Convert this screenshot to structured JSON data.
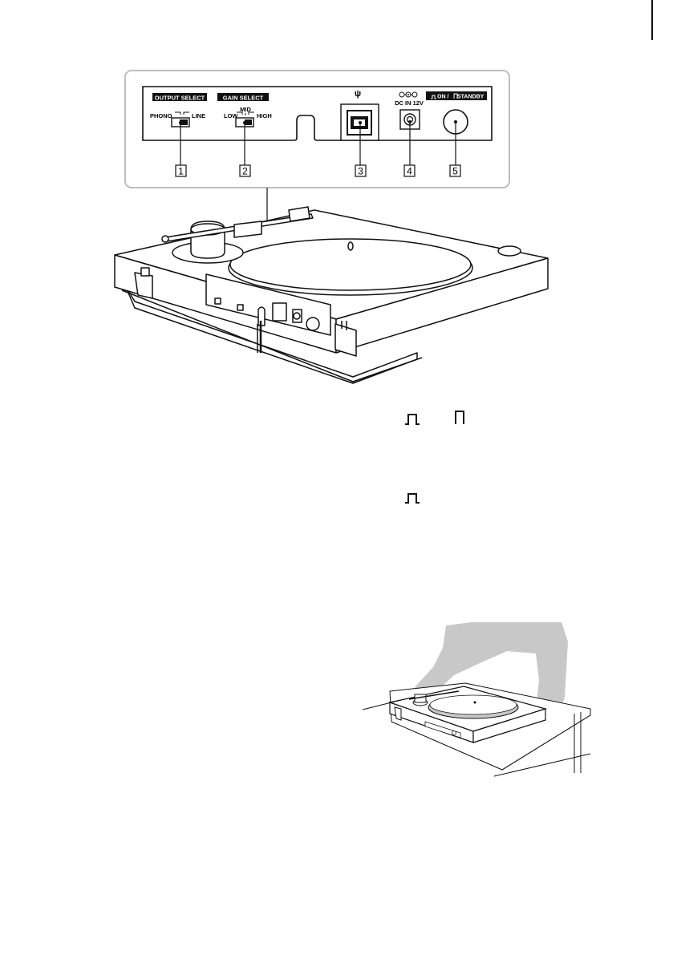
{
  "panel": {
    "output_select": {
      "header": "OUTPUT SELECT",
      "left": "PHONO",
      "right": "LINE"
    },
    "gain_select": {
      "header": "GAIN SELECT",
      "low": "LOW",
      "mid": "MID",
      "high": "HIGH"
    },
    "usb_symbol": "ψ",
    "dc_in": "DC IN 12V",
    "power": {
      "label": "ON / ",
      "label_tail": " STANDBY"
    },
    "callouts": [
      "1",
      "2",
      "3",
      "4",
      "5"
    ]
  },
  "colors": {
    "ink": "#111111",
    "panel_fill": "#ffffff",
    "turntable_fill": "#ffffff",
    "person_fill": "#c8c8c8",
    "callout_frame": "#bdbdbd"
  }
}
